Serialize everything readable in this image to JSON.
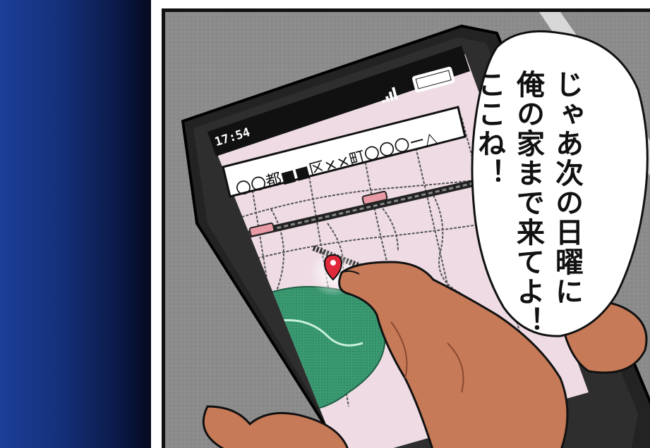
{
  "phone": {
    "status_time": "17:54",
    "address": "〇〇都■■区××町〇〇〇ー△",
    "map_pin_icon": "map-pin-icon"
  },
  "speech_bubble": {
    "line1": "じゃあ次の日曜に",
    "line2": "俺の家まで来てよ！",
    "line3": "ここね！"
  },
  "colors": {
    "left_panel": "#1c3f97",
    "map_bg": "#eedbe4",
    "park": "#3a9a72",
    "pin": "#e0293a",
    "skin": "#c67a57"
  }
}
